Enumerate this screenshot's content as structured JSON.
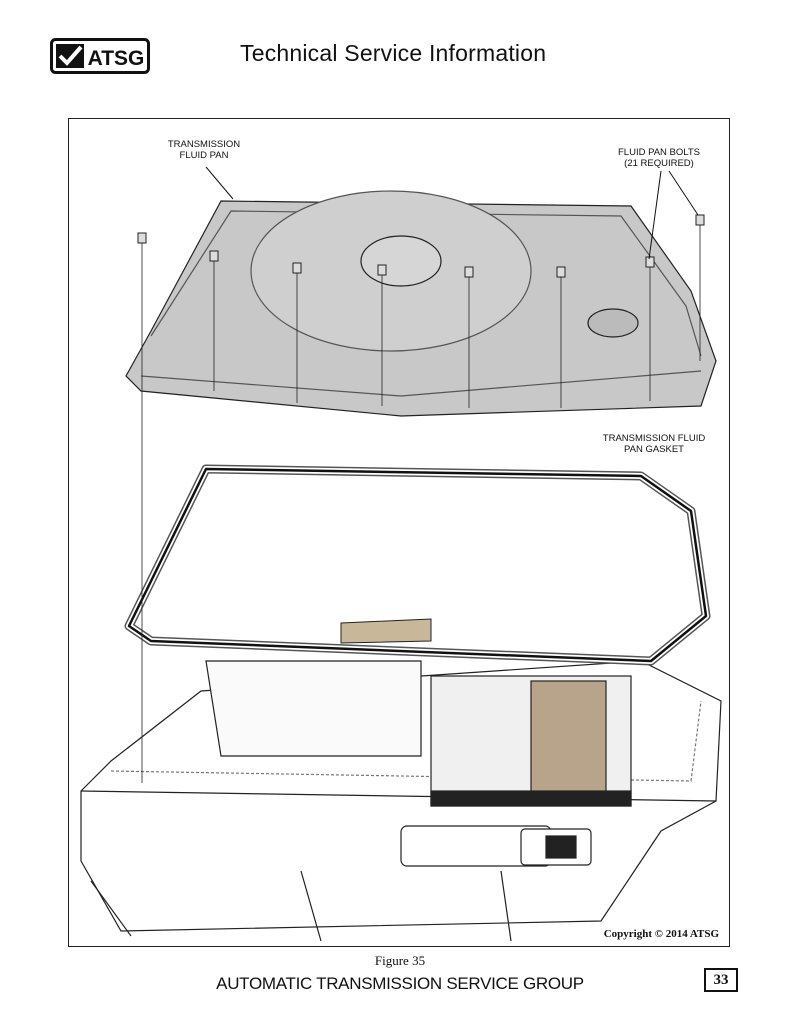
{
  "header": {
    "logo_text": "ATSG",
    "title": "Technical Service Information"
  },
  "figure": {
    "labels": {
      "fluid_pan": "TRANSMISSION\nFLUID PAN",
      "pan_bolts": "FLUID PAN BOLTS\n(21 REQUIRED)",
      "gasket": "TRANSMISSION FLUID\nPAN GASKET"
    },
    "copyright": "Copyright © 2014 ATSG",
    "caption": "Figure 35"
  },
  "footer": {
    "org": "AUTOMATIC TRANSMISSION SERVICE GROUP",
    "page_number": "33"
  }
}
